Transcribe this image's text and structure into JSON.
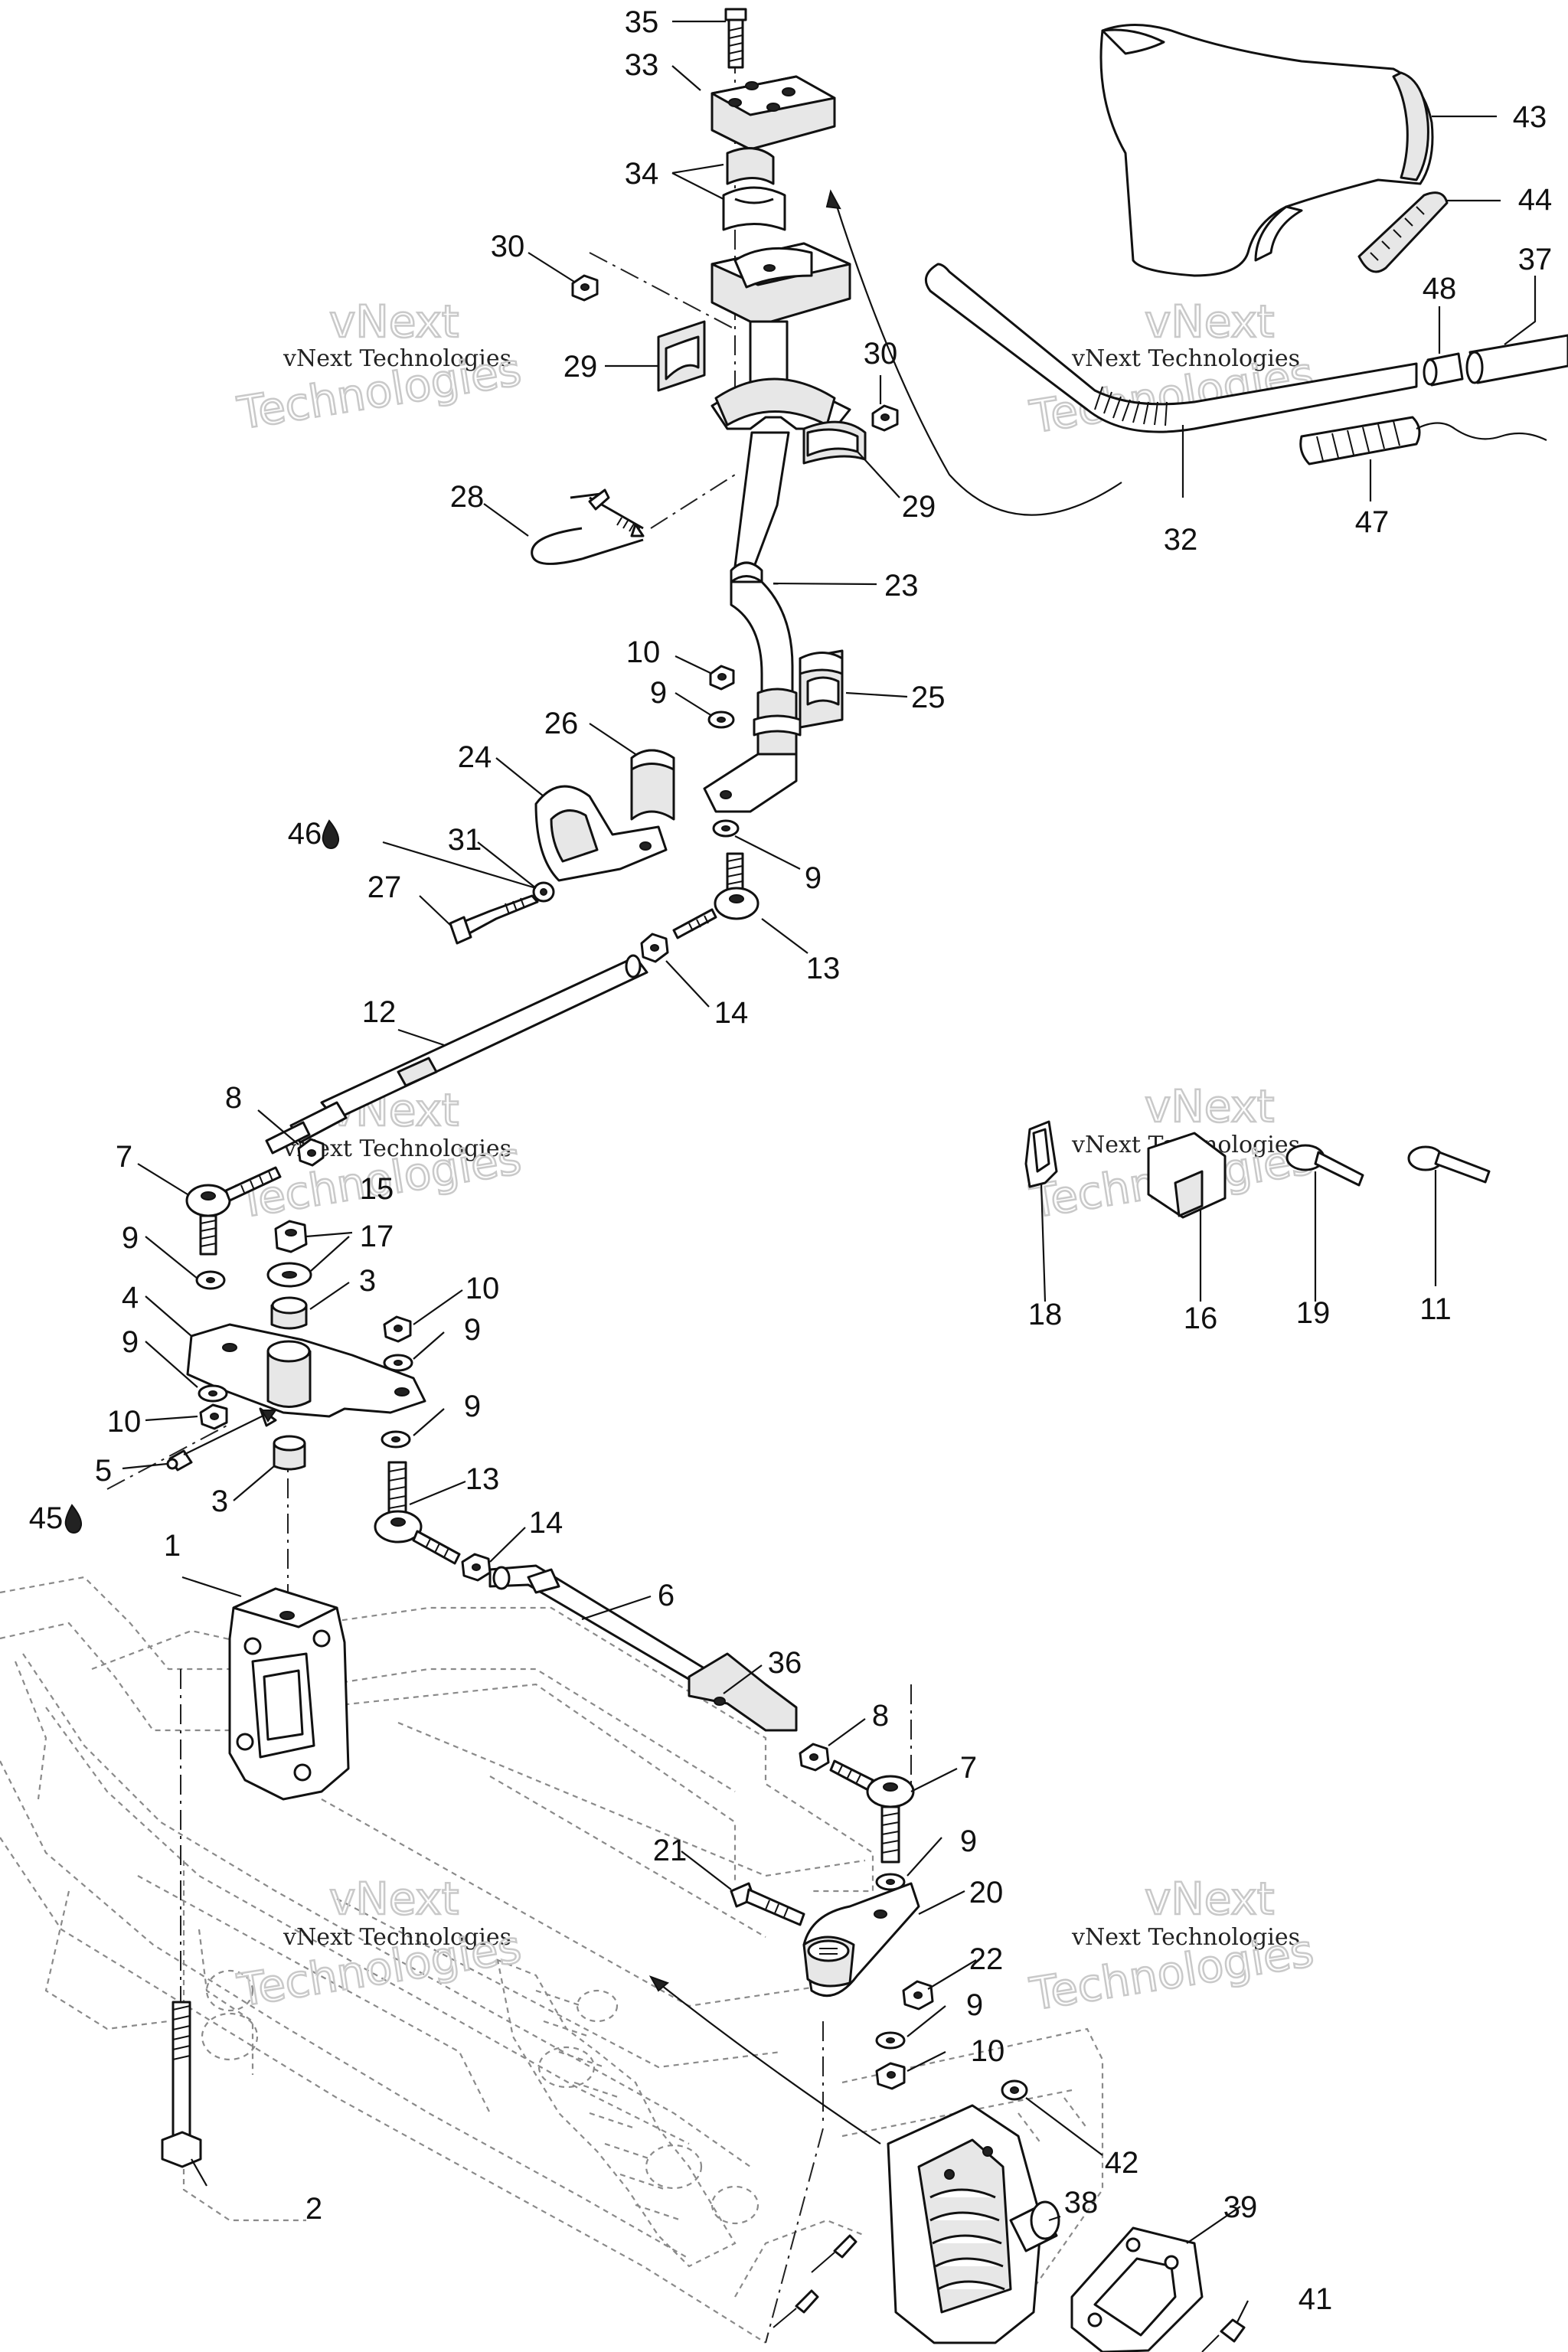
{
  "diagram": {
    "callouts": [
      {
        "id": "c35",
        "text": "35"
      },
      {
        "id": "c33",
        "text": "33"
      },
      {
        "id": "c34",
        "text": "34"
      },
      {
        "id": "c30a",
        "text": "30"
      },
      {
        "id": "c29a",
        "text": "29"
      },
      {
        "id": "c30b",
        "text": "30"
      },
      {
        "id": "c29b",
        "text": "29"
      },
      {
        "id": "c28",
        "text": "28"
      },
      {
        "id": "c23",
        "text": "23"
      },
      {
        "id": "c10a",
        "text": "10"
      },
      {
        "id": "c9a",
        "text": "9"
      },
      {
        "id": "c25",
        "text": "25"
      },
      {
        "id": "c26",
        "text": "26"
      },
      {
        "id": "c24",
        "text": "24"
      },
      {
        "id": "c46",
        "text": "46"
      },
      {
        "id": "c31",
        "text": "31"
      },
      {
        "id": "c9b",
        "text": "9"
      },
      {
        "id": "c27",
        "text": "27"
      },
      {
        "id": "c13a",
        "text": "13"
      },
      {
        "id": "c14a",
        "text": "14"
      },
      {
        "id": "c12",
        "text": "12"
      },
      {
        "id": "c8a",
        "text": "8"
      },
      {
        "id": "c7a",
        "text": "7"
      },
      {
        "id": "c15",
        "text": "15"
      },
      {
        "id": "c17",
        "text": "17"
      },
      {
        "id": "c9c",
        "text": "9"
      },
      {
        "id": "c3a",
        "text": "3"
      },
      {
        "id": "c10b",
        "text": "10"
      },
      {
        "id": "c4",
        "text": "4"
      },
      {
        "id": "c9d",
        "text": "9"
      },
      {
        "id": "c9e",
        "text": "9"
      },
      {
        "id": "c9f",
        "text": "9"
      },
      {
        "id": "c10c",
        "text": "10"
      },
      {
        "id": "c5",
        "text": "5"
      },
      {
        "id": "c45",
        "text": "45"
      },
      {
        "id": "c3b",
        "text": "3"
      },
      {
        "id": "c13b",
        "text": "13"
      },
      {
        "id": "c14b",
        "text": "14"
      },
      {
        "id": "c1",
        "text": "1"
      },
      {
        "id": "c6",
        "text": "6"
      },
      {
        "id": "c36",
        "text": "36"
      },
      {
        "id": "c8b",
        "text": "8"
      },
      {
        "id": "c7b",
        "text": "7"
      },
      {
        "id": "c21",
        "text": "21"
      },
      {
        "id": "c9g",
        "text": "9"
      },
      {
        "id": "c20",
        "text": "20"
      },
      {
        "id": "c22",
        "text": "22"
      },
      {
        "id": "c9h",
        "text": "9"
      },
      {
        "id": "c10d",
        "text": "10"
      },
      {
        "id": "c42",
        "text": "42"
      },
      {
        "id": "c2",
        "text": "2"
      },
      {
        "id": "c38",
        "text": "38"
      },
      {
        "id": "c39",
        "text": "39"
      },
      {
        "id": "c41",
        "text": "41"
      },
      {
        "id": "c43",
        "text": "43"
      },
      {
        "id": "c44",
        "text": "44"
      },
      {
        "id": "c37",
        "text": "37"
      },
      {
        "id": "c48",
        "text": "48"
      },
      {
        "id": "c32",
        "text": "32"
      },
      {
        "id": "c47",
        "text": "47"
      },
      {
        "id": "c18",
        "text": "18"
      },
      {
        "id": "c16",
        "text": "16"
      },
      {
        "id": "c19",
        "text": "19"
      },
      {
        "id": "c11",
        "text": "11"
      }
    ],
    "watermark": {
      "line1": "vNext",
      "line2": "vNext Technologies",
      "line3": "Technologies"
    }
  }
}
